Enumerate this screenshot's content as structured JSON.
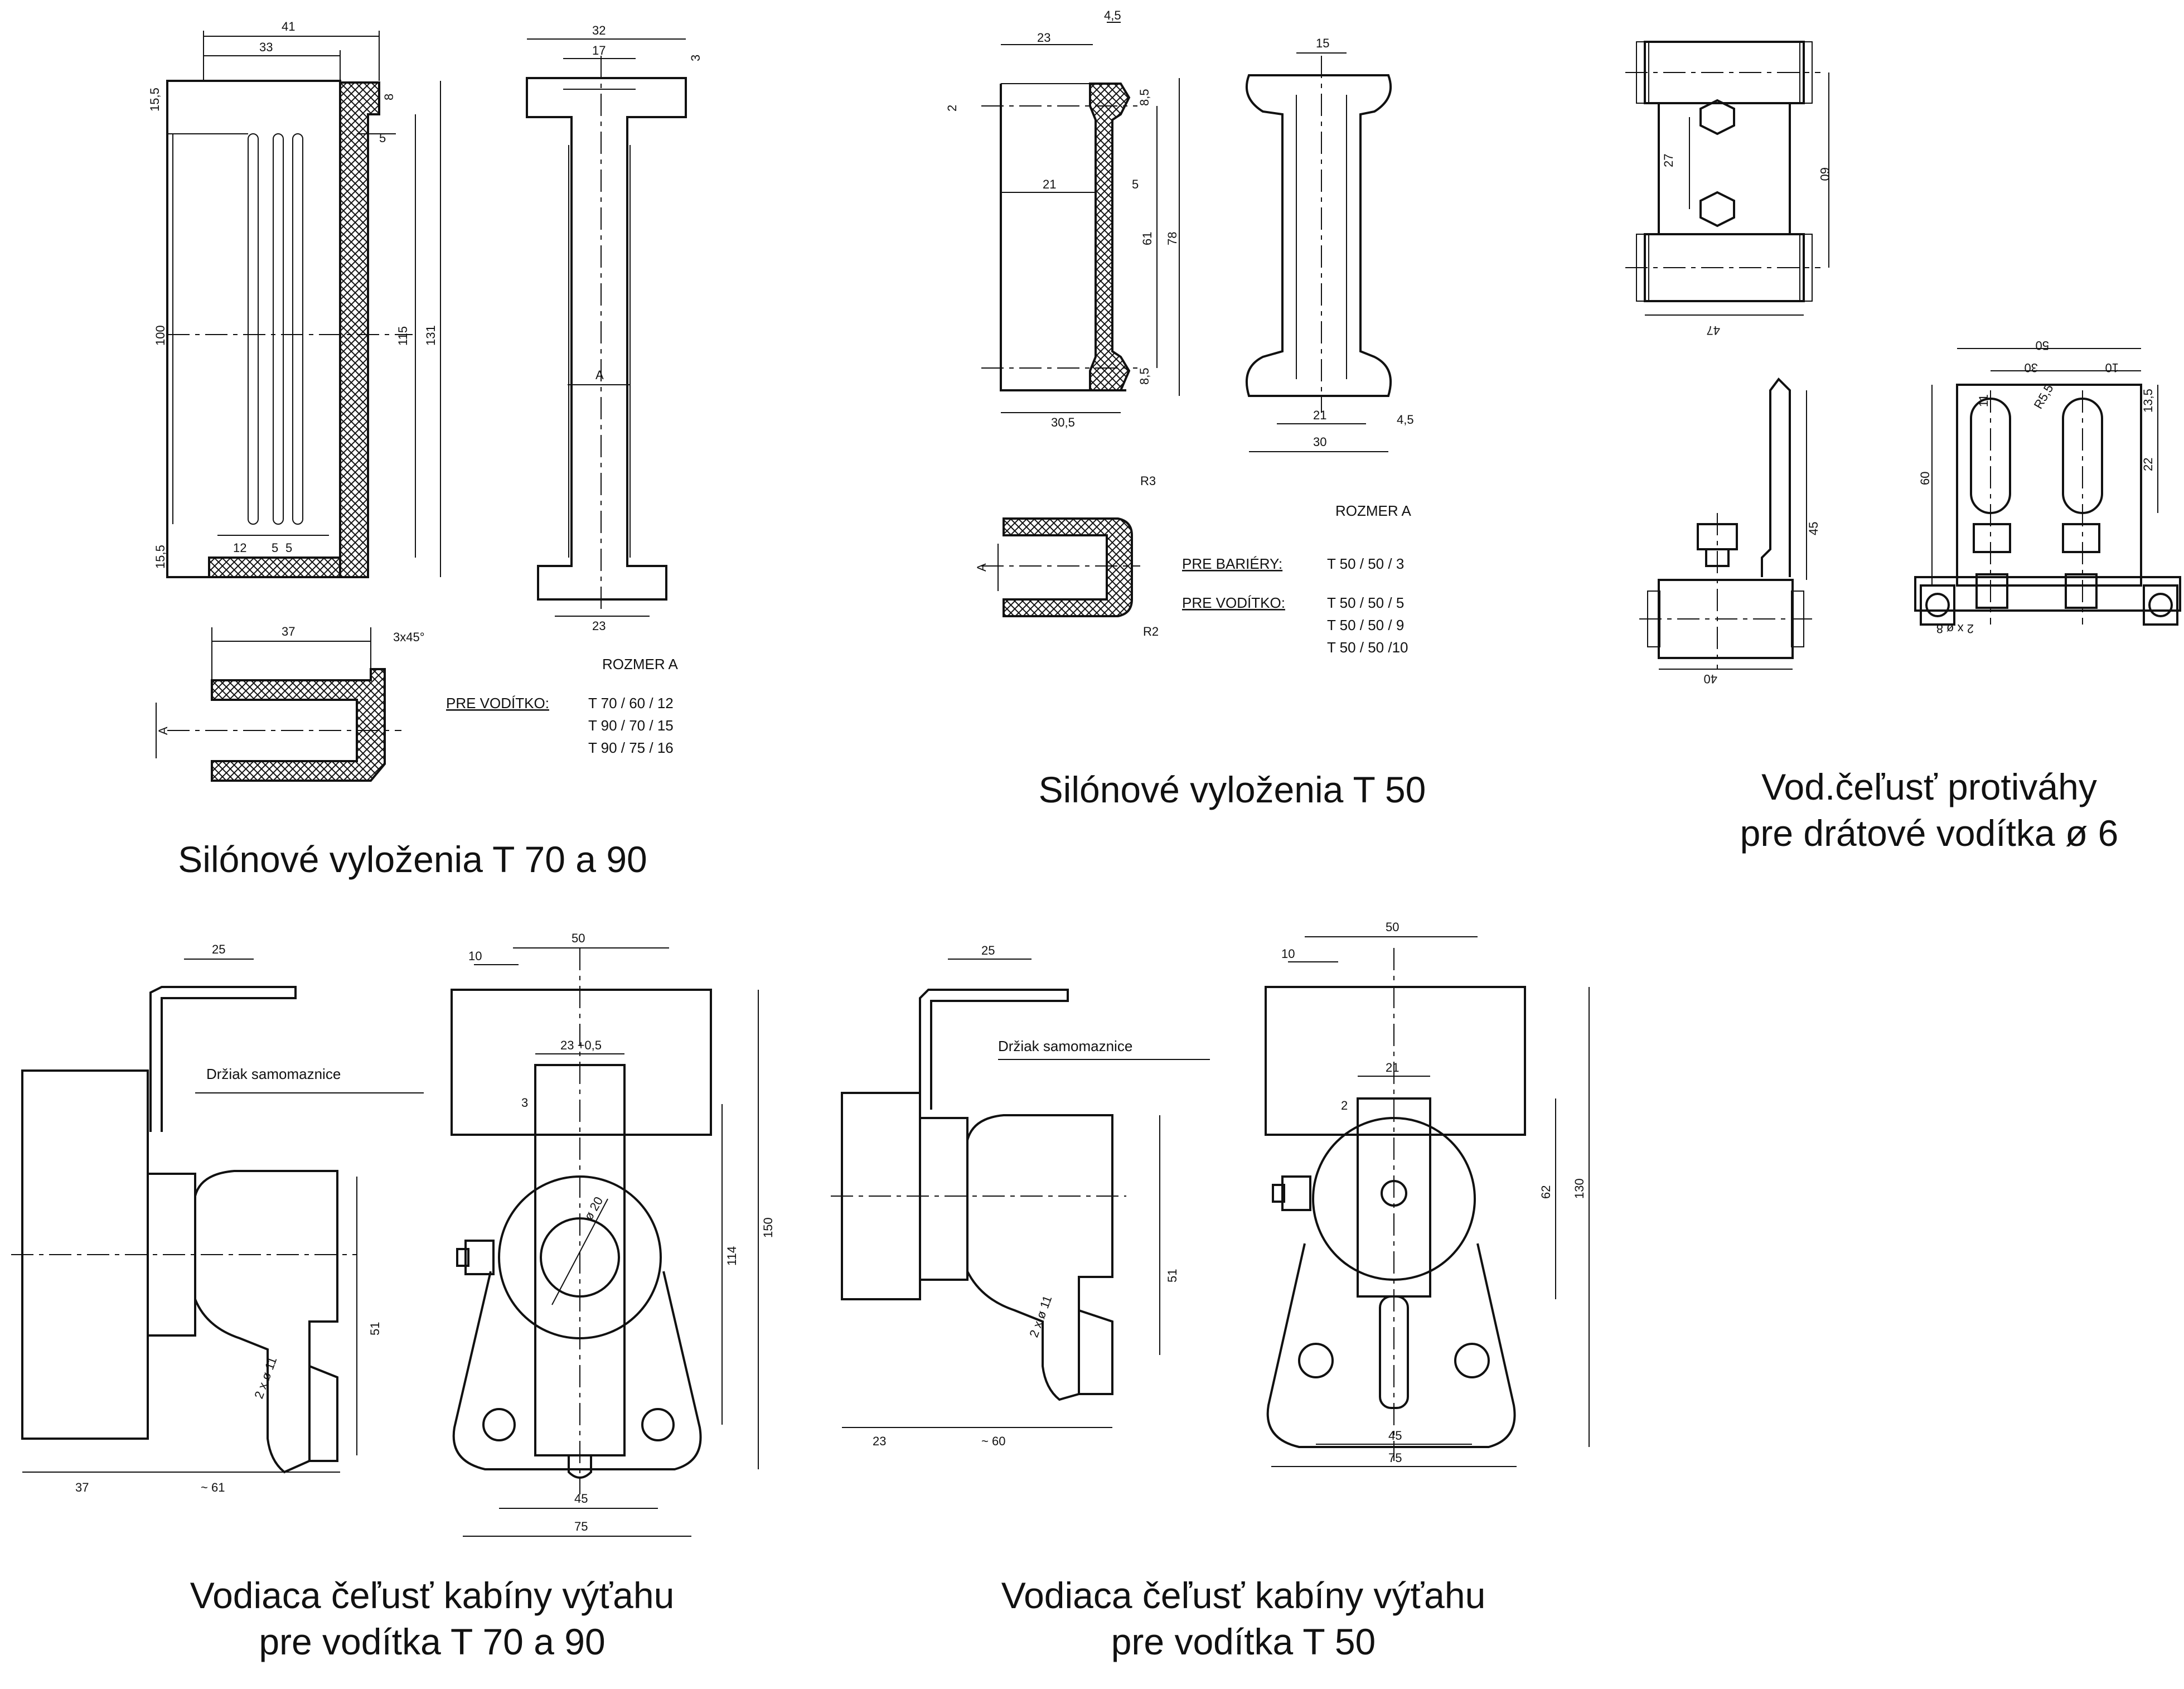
{
  "panels": {
    "t70": {
      "caption": "Silónové vyloženia T 70 a 90",
      "dims": {
        "d41": "41",
        "d33": "33",
        "d32": "32",
        "d17": "17",
        "d3": "3",
        "d8": "8",
        "d15_5a": "15,5",
        "d5": "5",
        "d100": "100",
        "d115": "115",
        "d131": "131",
        "dA": "A",
        "d12": "12",
        "d5a": "5",
        "d5b": "5",
        "d15_5b": "15,5",
        "d23": "23",
        "d37": "37",
        "d3x45": "3x45°",
        "dA2": "A"
      },
      "table": {
        "header": "ROZMER A",
        "label": "PRE VODÍTKO:",
        "rows": [
          "T 70 / 60 / 12",
          "T 90 / 70 / 15",
          "T 90 / 75 / 16"
        ]
      }
    },
    "t50": {
      "caption": "Silónové vyloženia T 50",
      "dims": {
        "d23": "23",
        "d4_5a": "4,5",
        "d2": "2",
        "d8_5a": "8,5",
        "d21": "21",
        "d5": "5",
        "d61": "61",
        "d78": "78",
        "d8_5b": "8,5",
        "d30_5": "30,5",
        "d15": "15",
        "d21b": "21",
        "d4_5b": "4,5",
        "d30": "30",
        "dR3": "R3",
        "dR2": "R2",
        "dA": "A"
      },
      "table": {
        "header": "ROZMER A",
        "label1": "PRE BARIÉRY:",
        "row1": "T 50 / 50 / 3",
        "label2": "PRE VODÍTKO:",
        "rows": [
          "T 50 / 50 / 5",
          "T 50 / 50 / 9",
          "T 50 / 50 /10"
        ]
      }
    },
    "cw": {
      "caption": "Vod.čeľusť protiváhy\npre drátové vodítka ø 6",
      "dims": {
        "d27": "27",
        "d60": "60",
        "d47": "47",
        "d50": "50",
        "d30": "30",
        "d10": "10",
        "d11": "11",
        "dR5_5": "R5,5",
        "d13_5": "13,5",
        "d22": "22",
        "d60b": "60",
        "d45": "45",
        "d40": "40",
        "d2x8": "2 x ø 8"
      }
    },
    "cab70": {
      "caption": "Vodiaca čeľusť kabíny výťahu\npre vodítka T 70 a 90",
      "dims": {
        "d25": "25",
        "d10": "10",
        "d50": "50",
        "d23": "23 +0,5",
        "d3": "3",
        "d20": "ø 20",
        "d150": "150",
        "d114": "114",
        "d51": "51",
        "d2x11": "2 x ø 11",
        "d37": "37",
        "d61": "~ 61",
        "d45": "45",
        "d75": "75"
      },
      "label": "Držiak samomaznice"
    },
    "cab50": {
      "caption": "Vodiaca čeľusť kabíny výťahu\npre vodítka T 50",
      "dims": {
        "d25": "25",
        "d10": "10",
        "d50": "50",
        "d21": "21",
        "d2": "2",
        "d62": "62",
        "d130": "130",
        "d51": "51",
        "d2x11": "2 x ø 11",
        "d23": "23",
        "d60": "~ 60",
        "d45": "45",
        "d75": "75"
      },
      "label": "Držiak samomaznice"
    }
  }
}
